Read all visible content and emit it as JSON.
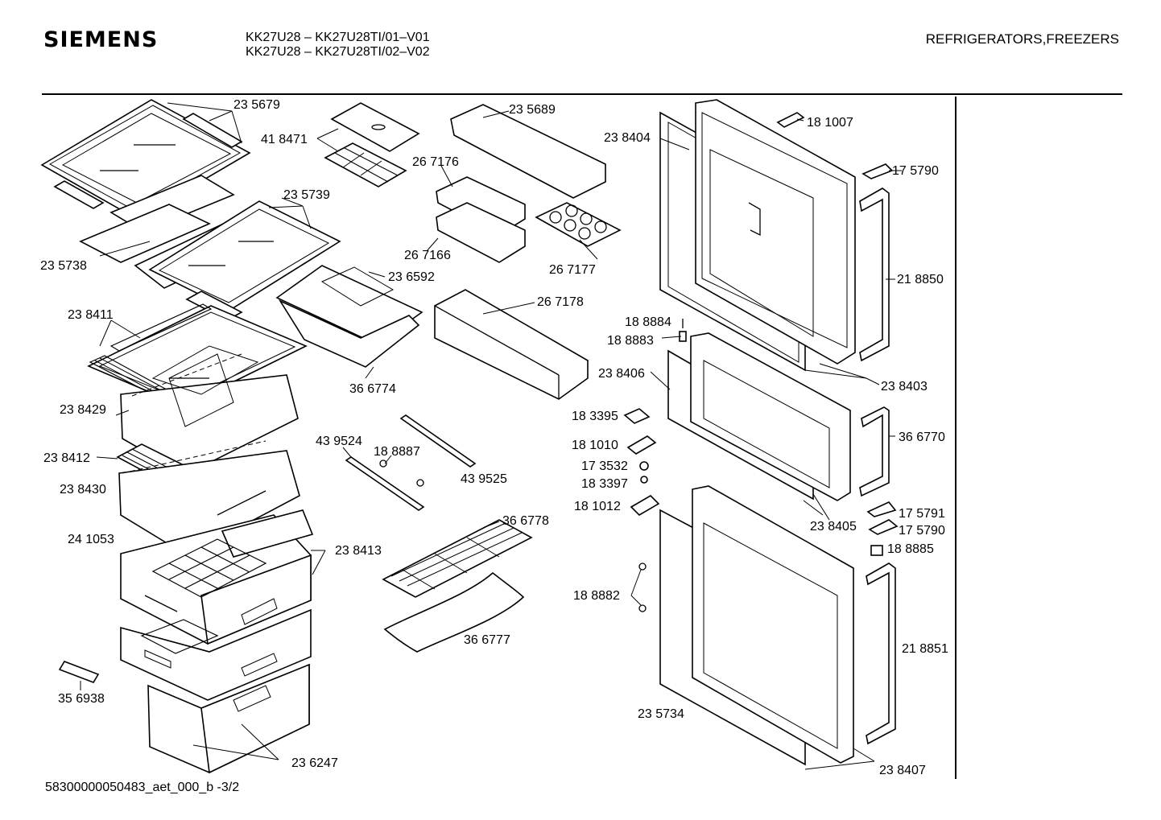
{
  "header": {
    "brand": "SIEMENS",
    "model_line_1": "KK27U28 – KK27U28TI/01–V01",
    "model_line_2": "KK27U28 – KK27U28TI/02–V02",
    "category": "REFRIGERATORS,FREEZERS"
  },
  "footer": {
    "document_id": "58300000050483_aet_000_b -3/2"
  },
  "parts": [
    "23 5679",
    "41 8471",
    "23 5689",
    "23 8404",
    "18 1007",
    "17 5790",
    "26 7176",
    "23 5739",
    "23 5738",
    "26 7166",
    "26 7177",
    "23 6592",
    "21 8850",
    "26 7178",
    "23 8411",
    "18 8884",
    "18 8883",
    "23 8406",
    "23 8403",
    "36 6774",
    "23 8429",
    "18 3395",
    "36 6770",
    "43 9524",
    "18 8887",
    "18 1010",
    "23 8412",
    "17 3532",
    "43 9525",
    "18 3397",
    "23 8430",
    "18 1012",
    "17 5791",
    "36 6778",
    "23 8405",
    "17 5790",
    "24 1053",
    "23 8413",
    "18 8885",
    "18 8882",
    "36 6777",
    "21 8851",
    "35 6938",
    "23 5734",
    "23 6247",
    "23 8407"
  ]
}
